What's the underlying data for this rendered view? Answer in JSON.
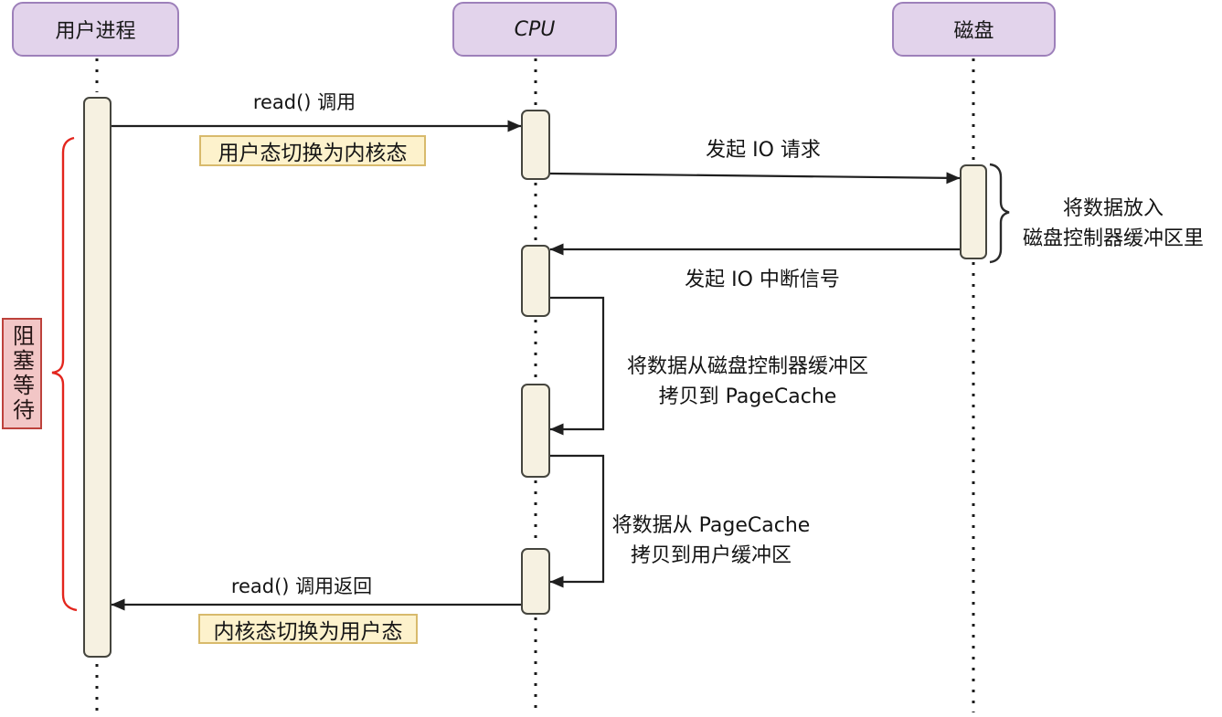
{
  "actors": [
    {
      "label": "用户进程"
    },
    {
      "label": "CPU"
    },
    {
      "label": "磁盘"
    }
  ],
  "messages": {
    "read_call": "read() 调用",
    "switch_to_kernel": "用户态切换为内核态",
    "io_request": "发起 IO 请求",
    "disk_note_line1": "将数据放入",
    "disk_note_line2": "磁盘控制器缓冲区里",
    "io_interrupt": "发起 IO 中断信号",
    "copy_pagecache_line1": "将数据从磁盘控制器缓冲区",
    "copy_pagecache_line2": "拷贝到 PageCache",
    "copy_user_line1": "将数据从 PageCache",
    "copy_user_line2": "拷贝到用户缓冲区",
    "read_return": "read() 调用返回",
    "switch_to_user": "内核态切换为用户态"
  },
  "annotations": {
    "blocking_wait": "阻塞等待"
  },
  "colors": {
    "actor_fill": "#e2d3eb",
    "actor_border": "#9d80ba",
    "activation_fill": "#f6f1e1",
    "activation_border": "#45453e",
    "note_yellow_fill": "#fdf2cc",
    "note_yellow_border": "#d8ba6c",
    "note_pink_fill": "#f2c6c6",
    "note_pink_border": "#bd423c",
    "brace_red": "#e3251d",
    "line_color": "#1f1f1f"
  }
}
